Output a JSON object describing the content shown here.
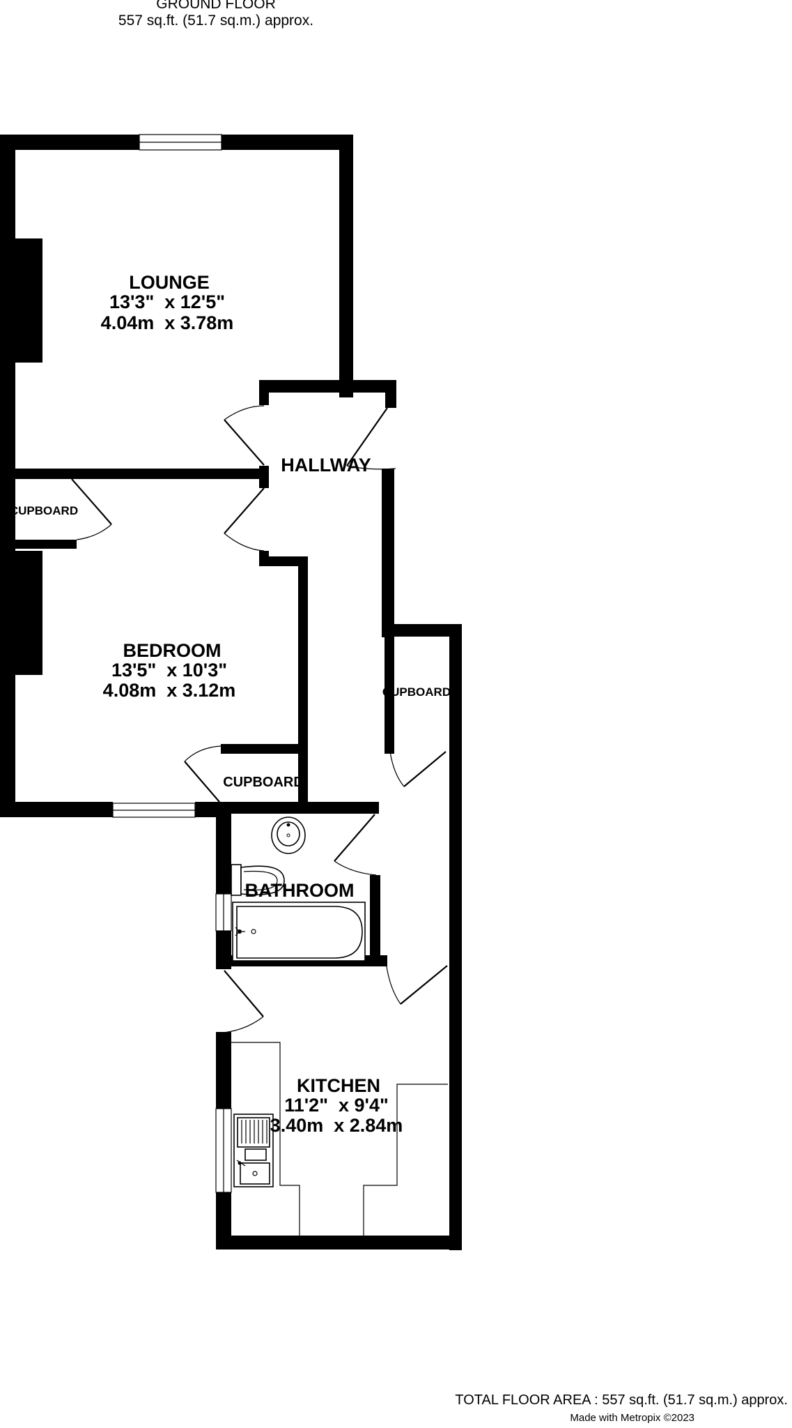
{
  "header": {
    "title": "GROUND FLOOR",
    "area": "557 sq.ft. (51.7 sq.m.) approx."
  },
  "rooms": {
    "lounge": {
      "name": "LOUNGE",
      "imperial": "13'3\"  x 12'5\"",
      "metric": "4.04m  x 3.78m"
    },
    "bedroom": {
      "name": "BEDROOM",
      "imperial": "13'5\"  x 10'3\"",
      "metric": "4.08m  x 3.12m"
    },
    "kitchen": {
      "name": "KITCHEN",
      "imperial": "11'2\"  x 9'4\"",
      "metric": "3.40m  x 2.84m"
    },
    "hallway": {
      "name": "HALLWAY"
    },
    "bathroom": {
      "name": "BATHROOM"
    },
    "cupboard_bedroom_top": {
      "name": "CUPBOARD"
    },
    "cupboard_hall": {
      "name": "CUPBOARD"
    },
    "cupboard_bedroom_bottom": {
      "name": "CUPBOARD"
    }
  },
  "footer": {
    "total_area": "TOTAL FLOOR AREA : 557 sq.ft. (51.7 sq.m.) approx.",
    "credit": "Made with Metropix ©2023"
  }
}
